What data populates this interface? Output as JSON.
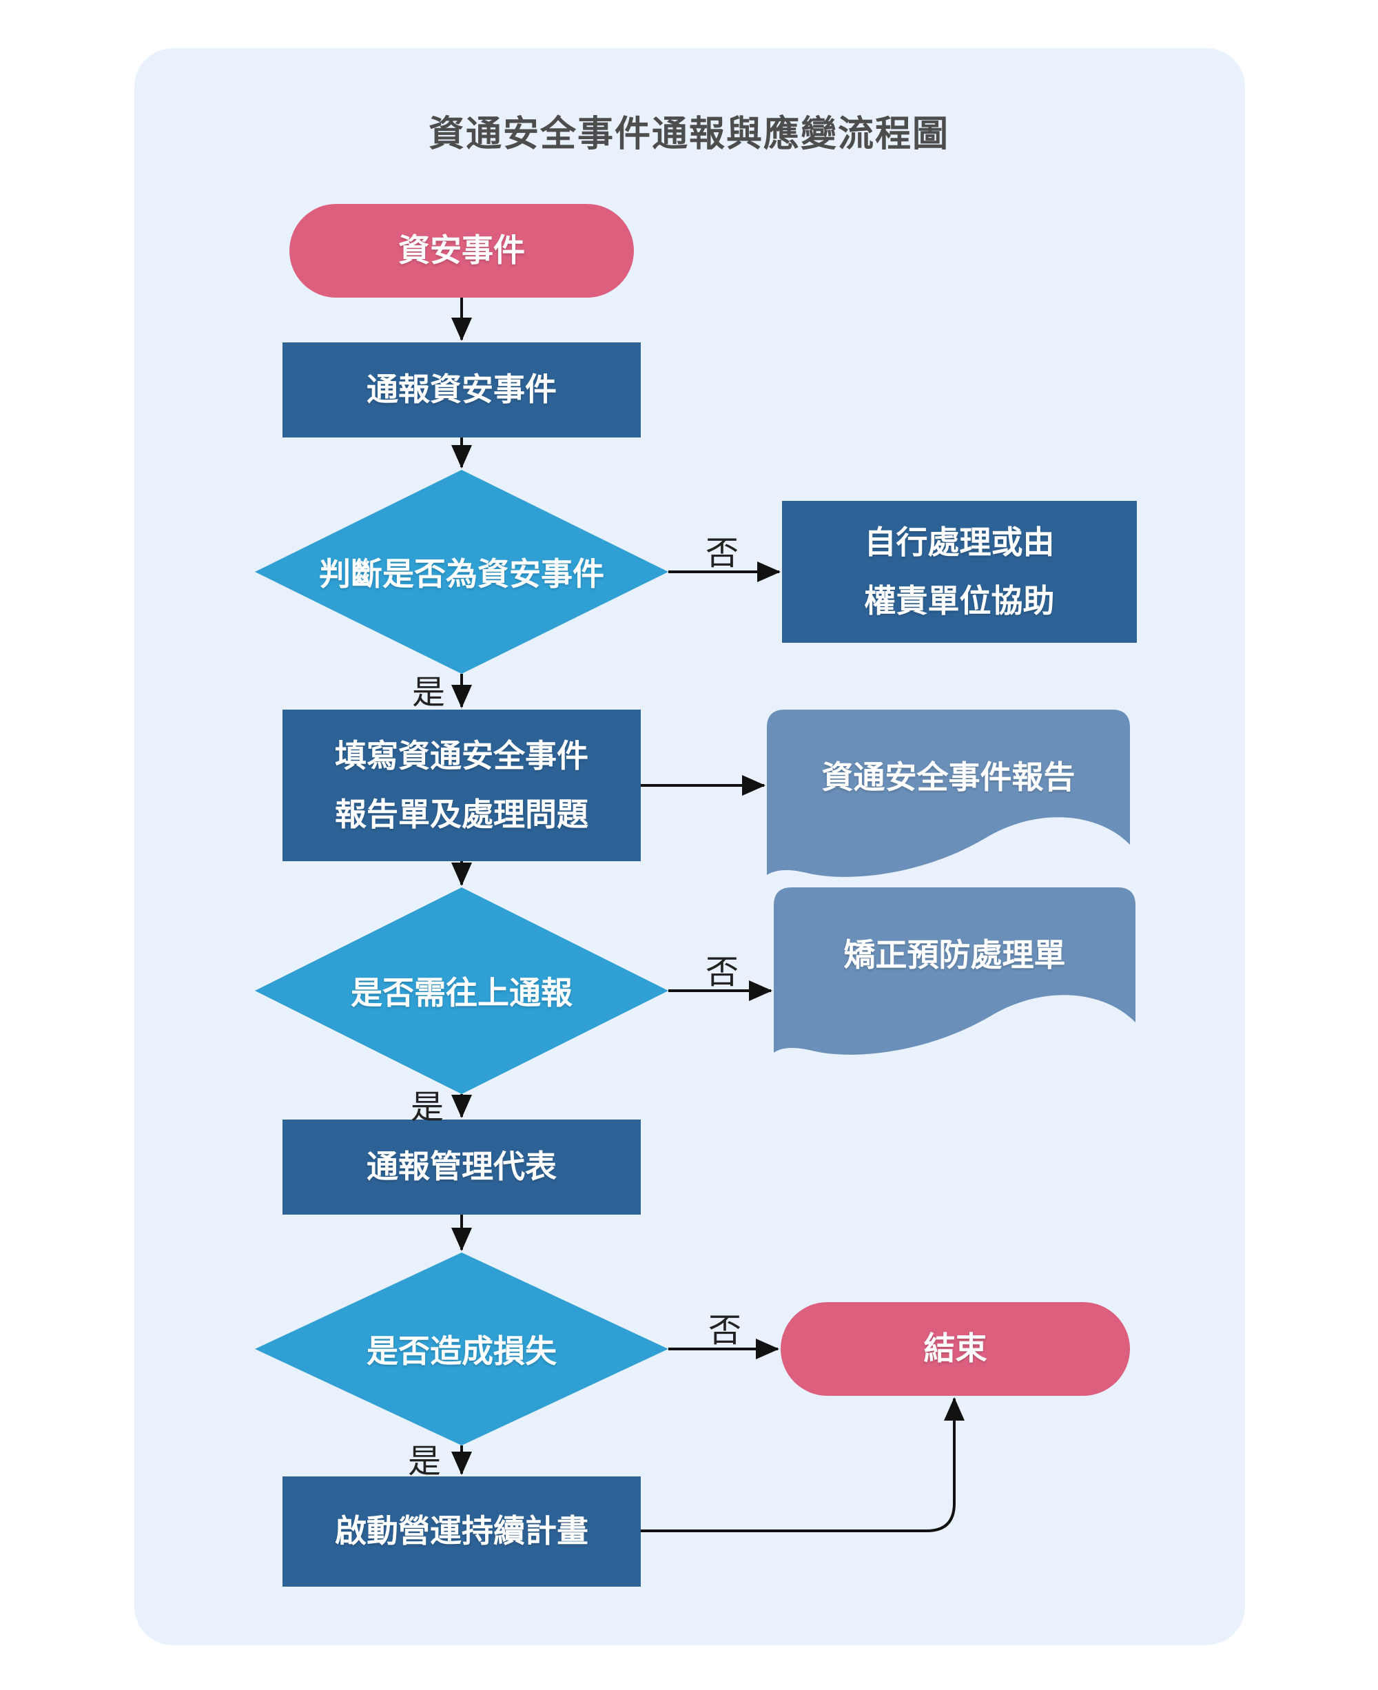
{
  "title": "資通安全事件通報與應變流程圖",
  "edge_labels": {
    "yes": "是",
    "no": "否"
  },
  "colors": {
    "page_bg": "#ffffff",
    "panel_bg": "#e9f2fc",
    "terminal_fill": "#dc5f7e",
    "process_fill": "#2d6296",
    "decision_fill": "#2f9fd4",
    "document_fill": "#6a8fb8",
    "arrow_stroke": "#111111",
    "title_color": "#4d4d4d",
    "edge_label_color": "#222222",
    "node_text_color": "#ffffff"
  },
  "nodes": {
    "start": {
      "type": "terminator",
      "label": "資安事件"
    },
    "report_incident": {
      "type": "process",
      "label": "通報資安事件"
    },
    "judge_is_incident": {
      "type": "decision",
      "label": "判斷是否為資安事件"
    },
    "self_handle": {
      "type": "process",
      "line1": "自行處理或由",
      "line2": "權責單位協助"
    },
    "fill_report": {
      "type": "process",
      "line1": "填寫資通安全事件",
      "line2": "報告單及處理問題"
    },
    "incident_report": {
      "type": "document",
      "label": "資通安全事件報告"
    },
    "need_escalate": {
      "type": "decision",
      "label": "是否需往上通報"
    },
    "corrective_form": {
      "type": "document",
      "label": "矯正預防處理單"
    },
    "notify_management": {
      "type": "process",
      "label": "通報管理代表"
    },
    "caused_loss": {
      "type": "decision",
      "label": "是否造成損失"
    },
    "end": {
      "type": "terminator",
      "label": "結束"
    },
    "activate_bcp": {
      "type": "process",
      "label": "啟動營運持續計畫"
    }
  }
}
